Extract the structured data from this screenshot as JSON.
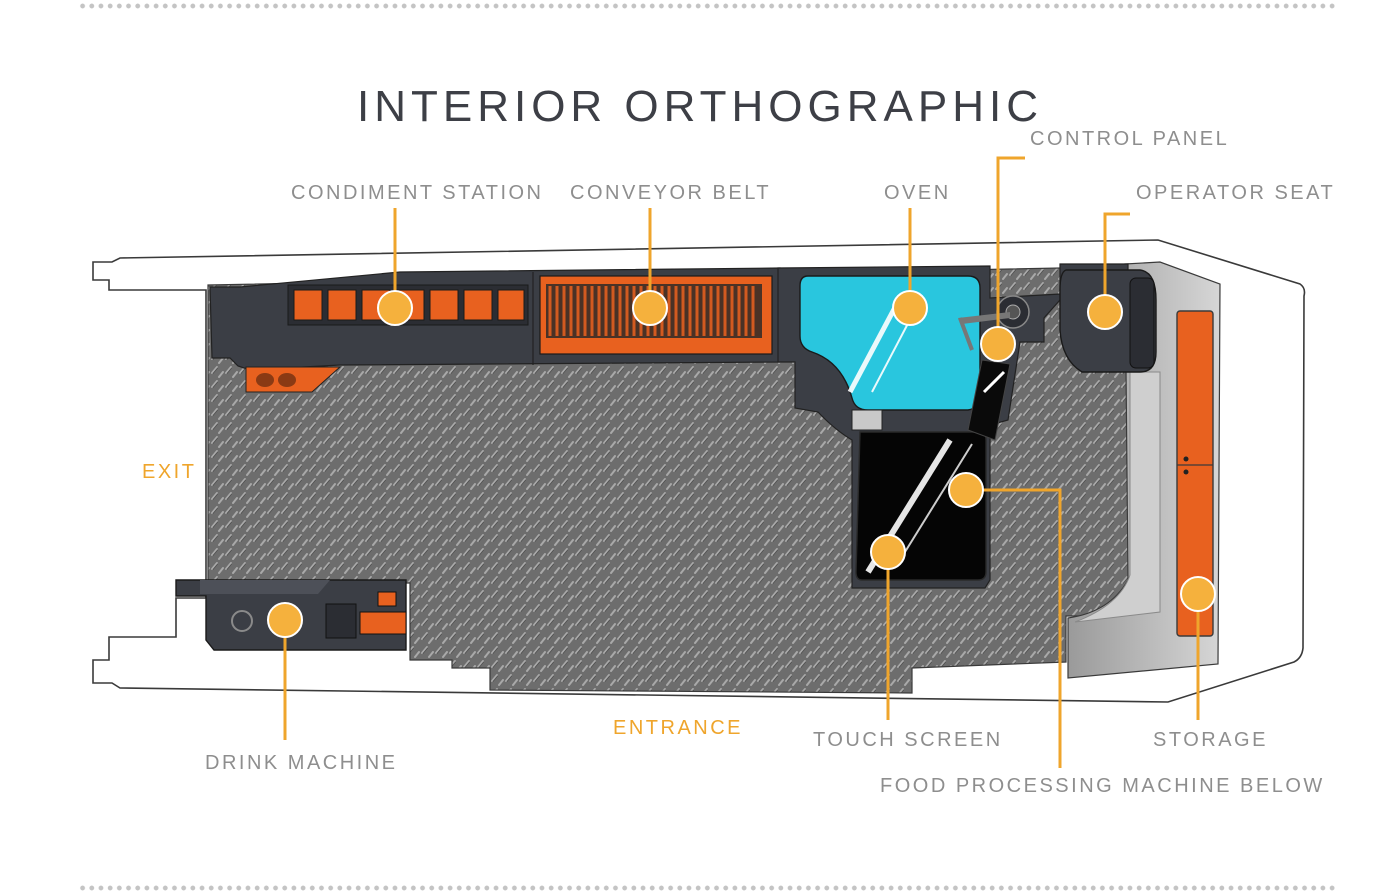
{
  "title": "INTERIOR ORTHOGRAPHIC",
  "colors": {
    "accent": "#f5b13d",
    "leader": "#efa52c",
    "label": "#8e8e8e",
    "title": "#3d3f46",
    "counter": "#3b3e45",
    "floor": "#6c6c6c",
    "orange": "#e8611f",
    "oven_glass": "#29c6de"
  },
  "labels": {
    "control_panel": "CONTROL PANEL",
    "condiment_station": "CONDIMENT STATION",
    "conveyor_belt": "CONVEYOR BELT",
    "oven": "OVEN",
    "operator_seat": "OPERATOR SEAT",
    "exit": "EXIT",
    "entrance": "ENTRANCE",
    "drink_machine": "DRINK MACHINE",
    "touch_screen": "TOUCH SCREEN",
    "storage": "STORAGE",
    "food_processing": "FOOD PROCESSING MACHINE BELOW"
  }
}
